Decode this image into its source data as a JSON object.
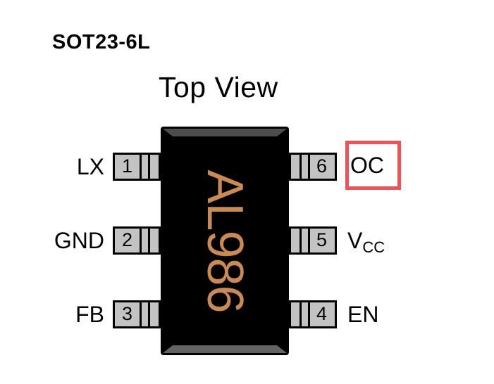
{
  "header": {
    "package_name": "SOT23-6L",
    "view_title": "Top View"
  },
  "chip": {
    "part_number": "AL986",
    "body_color": "#000000",
    "marking_color": "#c98a54",
    "bevel_top_color": "#4d4d4d",
    "bevel_bottom_color": "#646464"
  },
  "pins": {
    "fill_color": "#c3c3c3",
    "left": [
      {
        "number": "1",
        "label": "LX"
      },
      {
        "number": "2",
        "label": "GND"
      },
      {
        "number": "3",
        "label": "FB"
      }
    ],
    "right": [
      {
        "number": "6",
        "label_main": "OC",
        "label_sub": ""
      },
      {
        "number": "5",
        "label_main": "V",
        "label_sub": "CC"
      },
      {
        "number": "4",
        "label_main": "EN",
        "label_sub": ""
      }
    ]
  },
  "highlight": {
    "target_pin": "OC",
    "color": "#f25157"
  }
}
